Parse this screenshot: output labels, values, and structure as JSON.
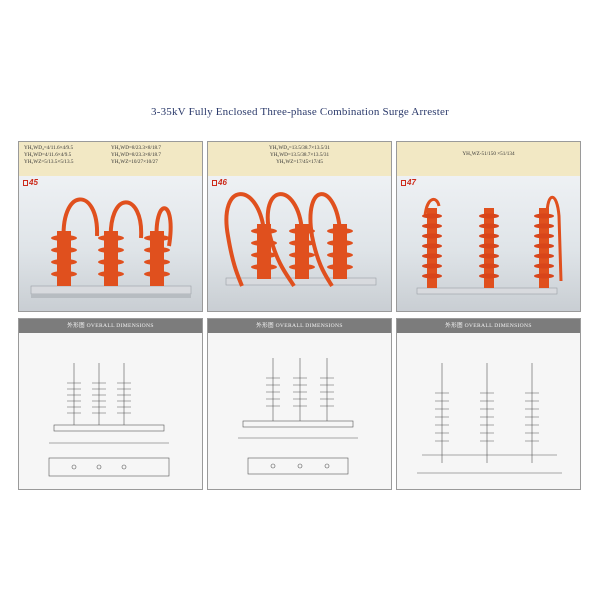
{
  "title": "3-35kV Fully Enclosed Three-phase Combination Surge Arrester",
  "panels": [
    {
      "models_left": [
        "YH₅WD₄=4/11.6×4/9.5",
        "YH₅WD=4/11.6×4/9.5",
        "YH₅WZ=5/13.5×5/13.5"
      ],
      "models_right": [
        "YH₅WD=8/23.3×8/18.7",
        "YH₅WD=8/23.3×8/18.7",
        "YH₅WZ=10/27×10/27"
      ],
      "figure": "45"
    },
    {
      "models_center": [
        "YH₅WD₄=13.5/38.7×13.5/31",
        "YH₅WD=13.5/38.7×13.5/31",
        "YH₅WZ=17/45×17/45"
      ],
      "figure": "46"
    },
    {
      "models_center": [
        "YH₅WZ-51/150 ×51/134"
      ],
      "figure": "47"
    }
  ],
  "dim_header": "外形图 OVERALL DIMENSIONS",
  "colors": {
    "insulator": "#e0501e",
    "title": "#2b3a6b",
    "header_bg": "#7c7c7c",
    "models_bg": "#f2e8c4"
  }
}
